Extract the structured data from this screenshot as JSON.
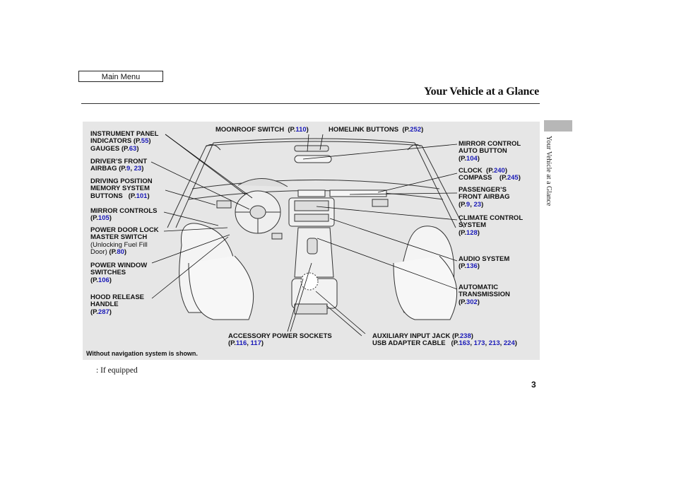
{
  "header": {
    "main_menu": "Main Menu",
    "title": "Your Vehicle at a Glance",
    "side_label": "Your Vehicle at a Glance"
  },
  "diagram": {
    "labels": {
      "instrument_panel": {
        "l1": "INSTRUMENT PANEL",
        "l2": "INDICATORS",
        "ref1": "55",
        "l3": "GAUGES",
        "ref2": "63"
      },
      "drivers_front": {
        "l1": "DRIVER’S FRONT",
        "l2": "AIRBAG",
        "ref1": "9",
        "ref2": "23"
      },
      "driving_position": {
        "l1": "DRIVING POSITION",
        "l2": "MEMORY SYSTEM",
        "l3": "BUTTONS",
        "ref1": "101"
      },
      "mirror_controls": {
        "l1": "MIRROR CONTROLS",
        "ref1": "105"
      },
      "power_door_lock": {
        "l1": "POWER DOOR LOCK",
        "l2": "MASTER SWITCH",
        "l3": "(Unlocking Fuel Fill",
        "l4": "Door)",
        "ref1": "80"
      },
      "power_window": {
        "l1": "POWER WINDOW",
        "l2": "SWITCHES",
        "ref1": "106"
      },
      "hood_release": {
        "l1": "HOOD RELEASE",
        "l2": "HANDLE",
        "ref1": "287"
      },
      "moonroof": {
        "l1": "MOONROOF SWITCH",
        "ref1": "110"
      },
      "homelink": {
        "l1": "HOMELINK BUTTONS",
        "ref1": "252"
      },
      "mirror_control_auto": {
        "l1": "MIRROR CONTROL",
        "l2": "AUTO BUTTON",
        "ref1": "104"
      },
      "clock": {
        "l1": "CLOCK",
        "ref1": "240",
        "l2": "COMPASS",
        "ref2": "245"
      },
      "passengers_front": {
        "l1": "PASSENGER’S",
        "l2": "FRONT AIRBAG",
        "ref1": "9",
        "ref2": "23"
      },
      "climate": {
        "l1": "CLIMATE CONTROL",
        "l2": "SYSTEM",
        "ref1": "128"
      },
      "audio": {
        "l1": "AUDIO SYSTEM",
        "ref1": "136"
      },
      "transmission": {
        "l1": "AUTOMATIC",
        "l2": "TRANSMISSION",
        "ref1": "302"
      },
      "accessory": {
        "l1": "ACCESSORY POWER SOCKETS",
        "ref1": "116",
        "ref2": "117"
      },
      "aux": {
        "l1": "AUXILIARY INPUT JACK",
        "ref1": "238",
        "l2": "USB ADAPTER CABLE",
        "refs": [
          "163",
          "173",
          "213",
          "224"
        ]
      }
    },
    "footnote": "Without navigation system is shown."
  },
  "footer": {
    "if_equipped": ":   If equipped",
    "page_number": "3"
  }
}
